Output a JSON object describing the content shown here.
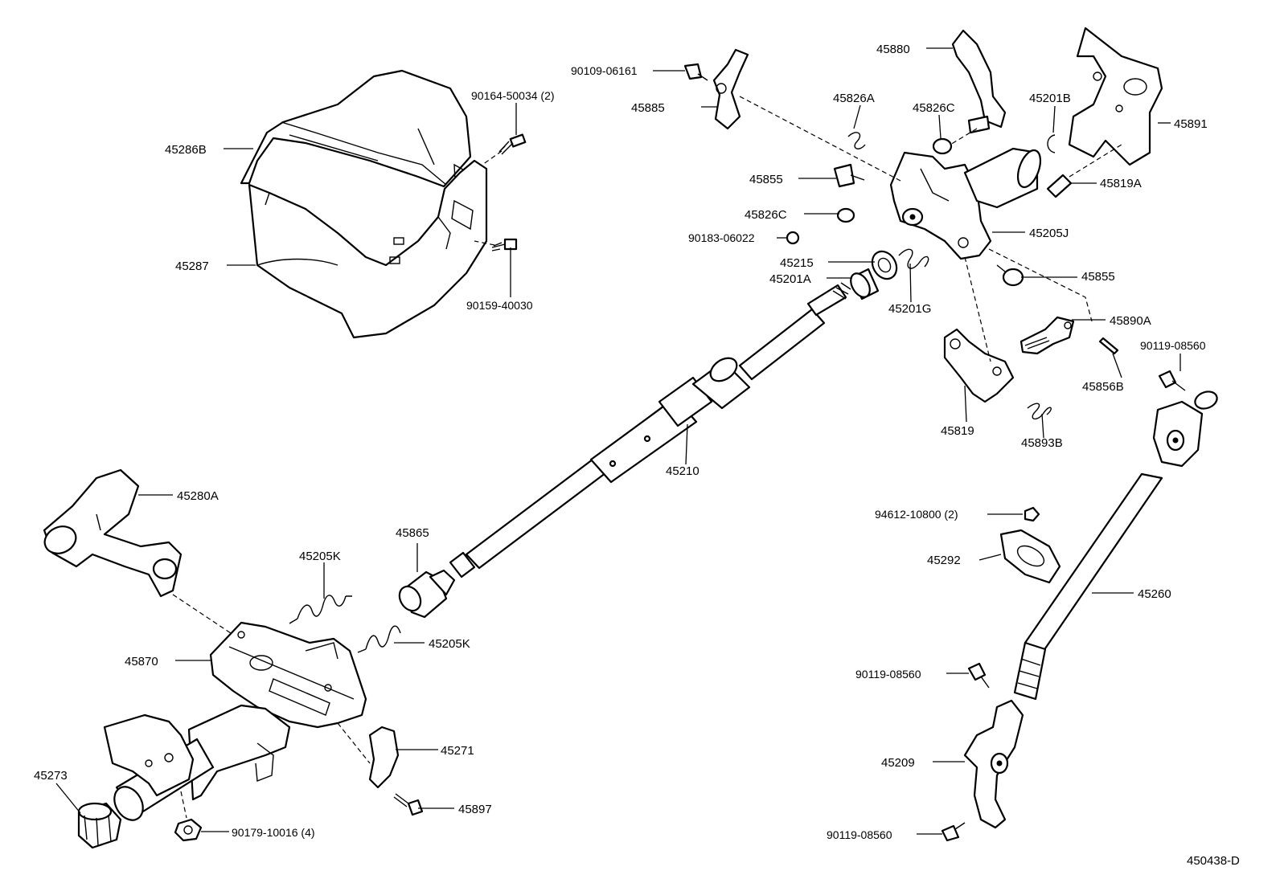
{
  "labels": {
    "p45880": "45880",
    "p90109": "90109-06161",
    "p45885": "45885",
    "p45826A": "45826A",
    "p45826C_top": "45826C",
    "p45201B": "45201B",
    "p45891": "45891",
    "p90164": "90164-50034 (2)",
    "p45286B": "45286B",
    "p45855_left": "45855",
    "p45819A": "45819A",
    "p45826C_mid": "45826C",
    "p45205J": "45205J",
    "p90183": "90183-06022",
    "p45287": "45287",
    "p45215": "45215",
    "p45201A": "45201A",
    "p45855_right": "45855",
    "p90159": "90159-40030",
    "p45201G": "45201G",
    "p45890A": "45890A",
    "p90119_top": "90119-08560",
    "p45856B": "45856B",
    "p45819": "45819",
    "p45893B": "45893B",
    "p45210": "45210",
    "p45280A": "45280A",
    "p94612": "94612-10800 (2)",
    "p45865": "45865",
    "p45205K_top": "45205K",
    "p45292": "45292",
    "p45260": "45260",
    "p45205K_mid": "45205K",
    "p45870": "45870",
    "p90119_mid": "90119-08560",
    "p45271": "45271",
    "p45209": "45209",
    "p45273": "45273",
    "p45897": "45897",
    "p90179": "90179-10016 (4)",
    "p90119_bot": "90119-08560",
    "diagram_code": "450438-D"
  }
}
